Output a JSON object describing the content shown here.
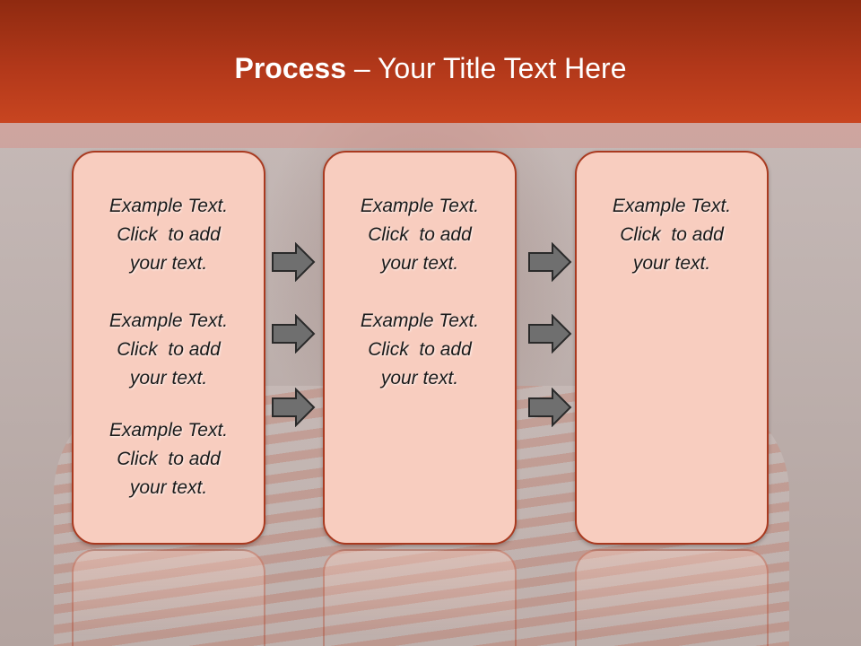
{
  "title": {
    "bold": "Process",
    "rest": " – Your Title Text Here"
  },
  "panels": [
    {
      "blocks": [
        [
          "Example Text.",
          "Click  to add",
          "your text."
        ],
        [
          "Example Text.",
          "Click  to add",
          "your text."
        ],
        [
          "Example Text.",
          "Click  to add",
          "your text."
        ]
      ]
    },
    {
      "blocks": [
        [
          "Example Text.",
          "Click  to add",
          "your text."
        ],
        [
          "Example Text.",
          "Click  to add",
          "your text."
        ]
      ]
    },
    {
      "blocks": [
        [
          "Example Text.",
          "Click  to add",
          "your text."
        ]
      ]
    }
  ],
  "colors": {
    "header": "#b2381a",
    "panel_fill": "#f8cdbf",
    "panel_border": "#a93a20",
    "arrow_fill": "#6f6f6f"
  },
  "icons": [
    "right-arrow-icon"
  ]
}
